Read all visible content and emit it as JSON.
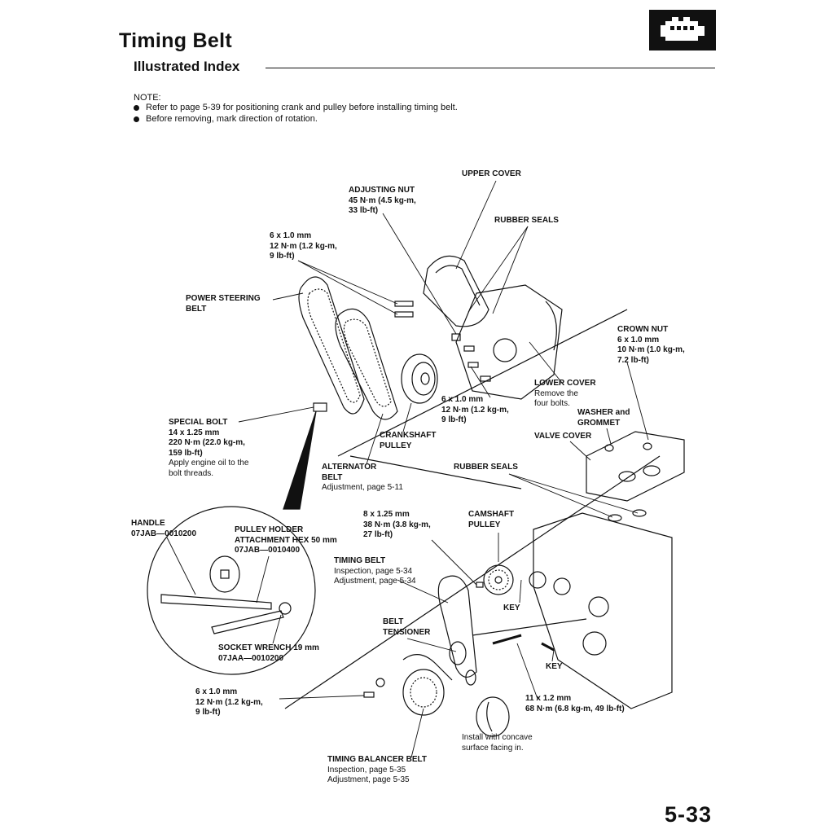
{
  "header": {
    "title": "Timing Belt",
    "subtitle": "Illustrated Index",
    "icon": "engine-icon"
  },
  "notes": {
    "heading": "NOTE:",
    "items": [
      "Refer to page 5-39 for positioning crank and pulley before installing timing belt.",
      "Before removing, mark direction of rotation."
    ]
  },
  "labels": {
    "upper_cover": "UPPER COVER",
    "adjusting_nut": "ADJUSTING NUT",
    "adjusting_nut_torque1": "45 N·m (4.5 kg-m,",
    "adjusting_nut_torque2": "33 lb-ft)",
    "rubber_seals_top": "RUBBER SEALS",
    "bolt_6x1_a": "6 x 1.0 mm",
    "bolt_6x1_a_t1": "12 N·m (1.2 kg-m,",
    "bolt_6x1_a_t2": "9 lb-ft)",
    "power_steering_1": "POWER STEERING",
    "power_steering_2": "BELT",
    "crown_nut": "CROWN NUT",
    "crown_nut_t1": "6 x 1.0 mm",
    "crown_nut_t2": "10 N·m (1.0 kg-m,",
    "crown_nut_t3": "7.2 lb-ft)",
    "lower_cover": "LOWER COVER",
    "lower_cover_n1": "Remove the",
    "lower_cover_n2": "four bolts.",
    "bolt_6x1_b": "6 x 1.0 mm",
    "bolt_6x1_b_t1": "12 N·m (1.2 kg-m,",
    "bolt_6x1_b_t2": "9 lb-ft)",
    "washer_1": "WASHER and",
    "washer_2": "GROMMET",
    "special_bolt": "SPECIAL BOLT",
    "special_bolt_t1": "14 x 1.25 mm",
    "special_bolt_t2": "220 N·m (22.0 kg-m,",
    "special_bolt_t3": "159 lb-ft)",
    "special_bolt_n1": "Apply engine oil to the",
    "special_bolt_n2": "bolt threads.",
    "crankshaft_1": "CRANKSHAFT",
    "crankshaft_2": "PULLEY",
    "valve_cover": "VALVE COVER",
    "alternator_1": "ALTERNATOR",
    "alternator_2": "BELT",
    "alternator_n": "Adjustment, page 5-11",
    "rubber_seals_mid": "RUBBER SEALS",
    "handle": "HANDLE",
    "handle_pn": "07JAB—0010200",
    "pulley_holder_1": "PULLEY HOLDER",
    "pulley_holder_2": "ATTACHMENT HEX 50 mm",
    "pulley_holder_pn": "07JAB—0010400",
    "bolt_8x125": "8 x 1.25 mm",
    "bolt_8x125_t1": "38 N·m (3.8 kg-m,",
    "bolt_8x125_t2": "27 lb-ft)",
    "camshaft_1": "CAMSHAFT",
    "camshaft_2": "PULLEY",
    "timing_belt": "TIMING BELT",
    "timing_belt_n1": "Inspection, page 5-34",
    "timing_belt_n2": "Adjustment, page 5-34",
    "key_1": "KEY",
    "belt_tensioner_1": "BELT",
    "belt_tensioner_2": "TENSIONER",
    "socket_wrench": "SOCKET WRENCH 19 mm",
    "socket_wrench_pn": "07JAA—0010200",
    "key_2": "KEY",
    "bolt_6x1_c": "6 x 1.0 mm",
    "bolt_6x1_c_t1": "12 N·m (1.2 kg-m,",
    "bolt_6x1_c_t2": "9 lb-ft)",
    "bolt_11x12": "11 x 1.2 mm",
    "bolt_11x12_t": "68 N·m (6.8 kg-m, 49 lb-ft)",
    "concave_1": "Install with concave",
    "concave_2": "surface facing in.",
    "balancer_1": "TIMING BALANCER BELT",
    "balancer_n1": "Inspection, page 5-35",
    "balancer_n2": "Adjustment, page 5-35"
  },
  "footer": {
    "page_number": "5-33"
  }
}
